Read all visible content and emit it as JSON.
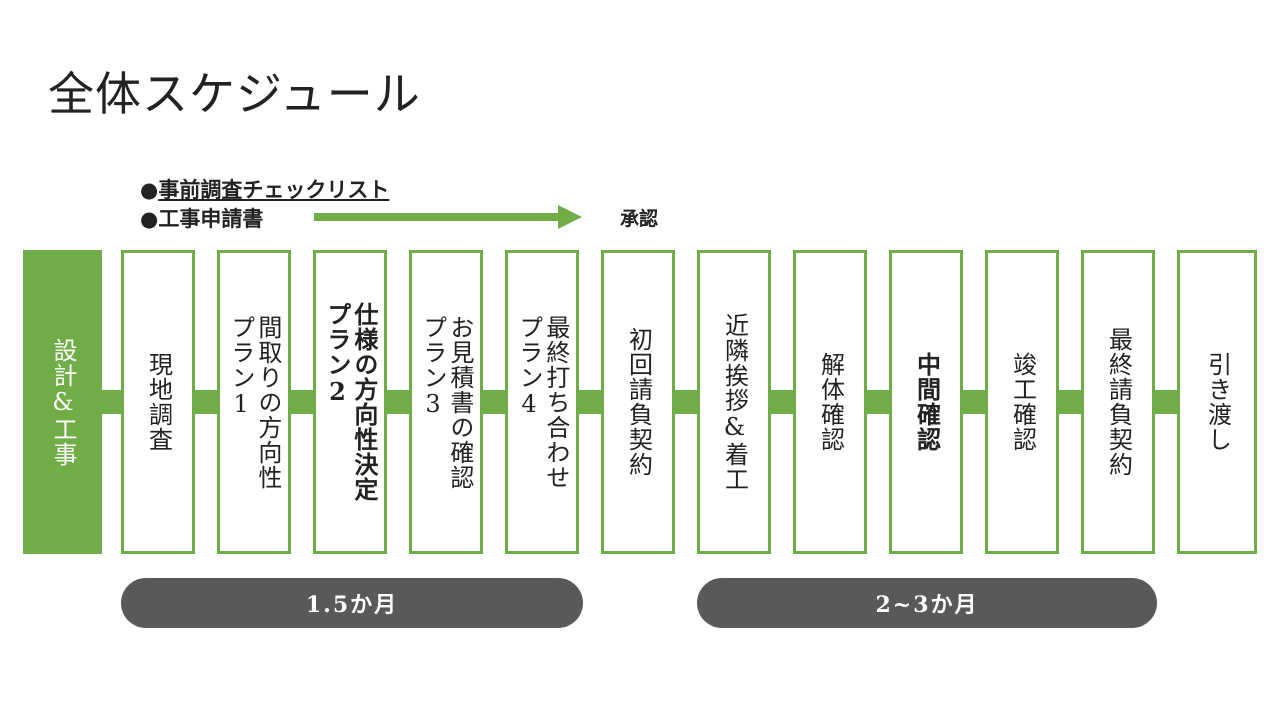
{
  "title": "全体スケジュール",
  "notes": {
    "checklist_bullet": "●",
    "checklist_label": "事前調査チェックリスト",
    "application_label": "●工事申請書",
    "approval_label": "承認"
  },
  "steps": [
    {
      "label": "設計&工事"
    },
    {
      "label": "現地調査"
    },
    {
      "label": "間取りの方向性\nプラン1"
    },
    {
      "label": "仕様の方向性決定\nプラン2"
    },
    {
      "label": "お見積書の確認\nプラン3"
    },
    {
      "label": "最終打ち合わせ\nプラン4"
    },
    {
      "label": "初回請負契約"
    },
    {
      "label": "近隣挨拶&着工"
    },
    {
      "label": "解体確認"
    },
    {
      "label": "中間確認"
    },
    {
      "label": "竣工確認"
    },
    {
      "label": "最終請負契約"
    },
    {
      "label": "引き渡し"
    }
  ],
  "durations": {
    "design_period": "1.5か月",
    "construction_period": "2~3か月"
  },
  "colors": {
    "accent_green": "#70ad47",
    "pill_gray": "#595959"
  }
}
